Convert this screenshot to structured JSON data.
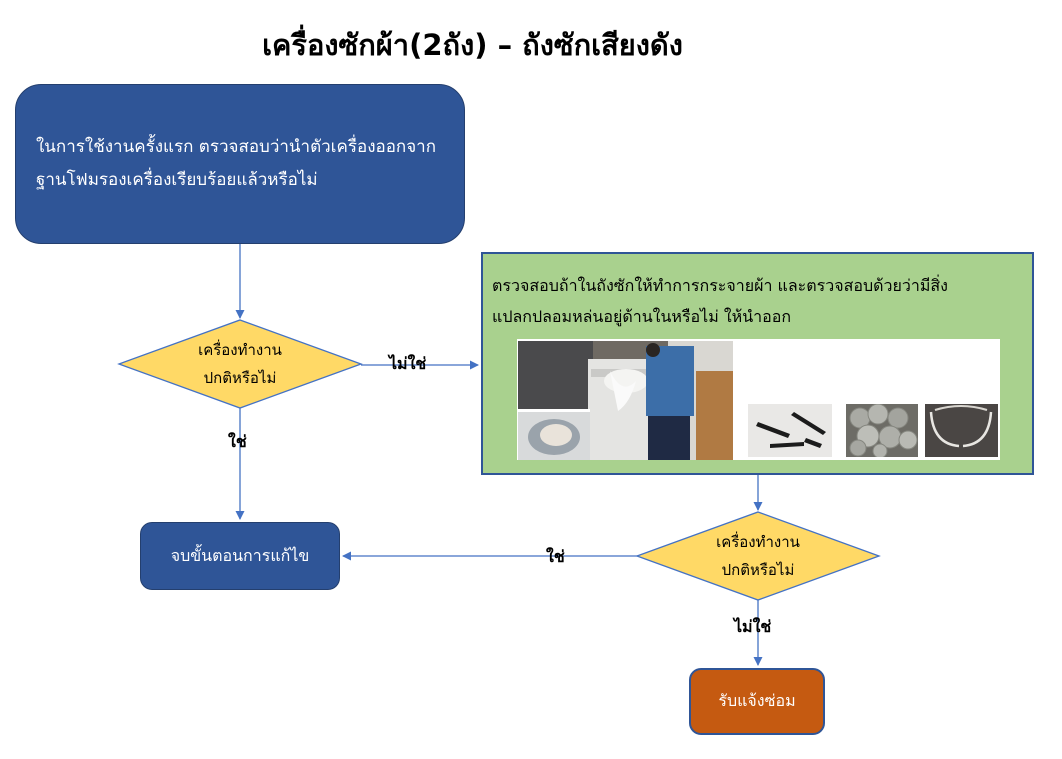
{
  "title": "เครื่องซักผ้า(2ถัง) – ถังซักเสียงดัง",
  "nodes": {
    "start": {
      "line1": "ในการใช้งานครั้งแรก ตรวจสอบว่านำตัวเครื่องออกจาก",
      "line2": "ฐานโฟมรองเครื่องเรียบร้อยแล้วหรือไม่"
    },
    "decision1": {
      "line1": "เครื่องทำงาน",
      "line2": "ปกติหรือไม่"
    },
    "check": {
      "line1": "ตรวจสอบถ้าในถังซักให้ทำการกระจายผ้า และตรวจสอบด้วยว่ามีสิ่ง",
      "line2": "แปลกปลอมหล่นอยู่ด้านในหรือไม่ ให้นำออก"
    },
    "decision2": {
      "line1": "เครื่องทำงาน",
      "line2": "ปกติหรือไม่"
    },
    "end": {
      "label": "จบขั้นตอนการแก้ไข"
    },
    "repair": {
      "label": "รับแจ้งซ่อม"
    }
  },
  "edges": {
    "d1_no": "ไม่ใช่",
    "d1_yes": "ใช่",
    "d2_yes": "ใช่",
    "d2_no": "ไม่ใช่"
  },
  "colors": {
    "primary_box": "#2f5597",
    "decision_fill": "#ffd966",
    "check_panel": "#a9d18e",
    "repair_box": "#c55a11",
    "connector": "#4472c4"
  }
}
